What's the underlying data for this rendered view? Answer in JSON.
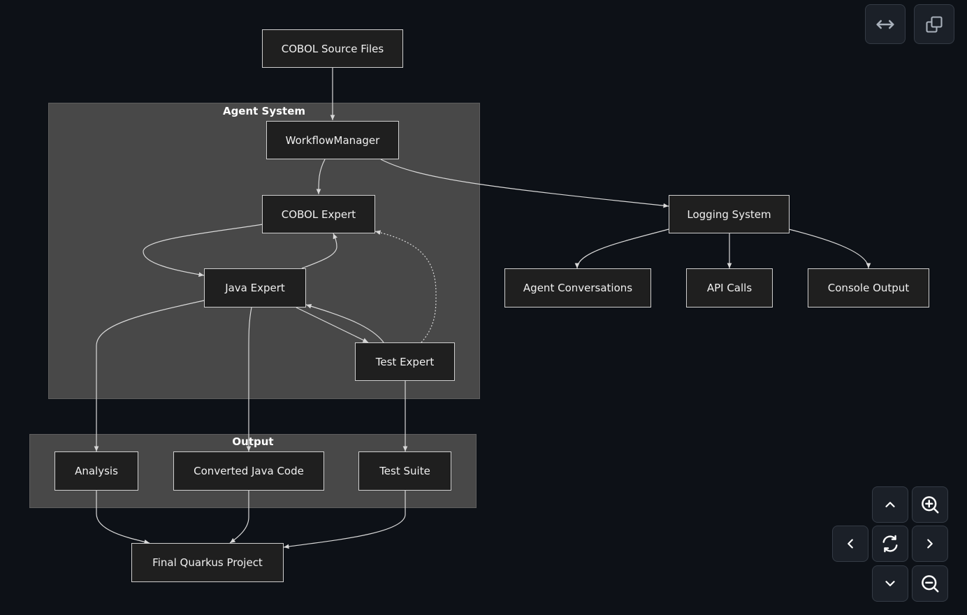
{
  "diagram": {
    "clusters": {
      "agent_system": "Agent System",
      "output": "Output"
    },
    "nodes": {
      "cobol_source_files": "COBOL Source Files",
      "workflow_manager": "WorkflowManager",
      "cobol_expert": "COBOL Expert",
      "java_expert": "Java Expert",
      "test_expert": "Test Expert",
      "logging_system": "Logging System",
      "agent_conversations": "Agent Conversations",
      "api_calls": "API Calls",
      "console_output": "Console Output",
      "analysis": "Analysis",
      "converted_java_code": "Converted Java Code",
      "test_suite": "Test Suite",
      "final_quarkus_project": "Final Quarkus Project"
    },
    "edges": [
      {
        "from": "COBOL Source Files",
        "to": "WorkflowManager",
        "style": "solid"
      },
      {
        "from": "WorkflowManager",
        "to": "COBOL Expert",
        "style": "solid"
      },
      {
        "from": "WorkflowManager",
        "to": "Logging System",
        "style": "solid"
      },
      {
        "from": "COBOL Expert",
        "to": "Java Expert",
        "style": "solid"
      },
      {
        "from": "Java Expert",
        "to": "COBOL Expert",
        "style": "solid"
      },
      {
        "from": "Java Expert",
        "to": "Test Expert",
        "style": "solid"
      },
      {
        "from": "Test Expert",
        "to": "Java Expert",
        "style": "solid"
      },
      {
        "from": "Test Expert",
        "to": "COBOL Expert",
        "style": "dotted"
      },
      {
        "from": "Java Expert",
        "to": "Analysis",
        "style": "solid"
      },
      {
        "from": "Java Expert",
        "to": "Converted Java Code",
        "style": "solid"
      },
      {
        "from": "Test Expert",
        "to": "Test Suite",
        "style": "solid"
      },
      {
        "from": "Logging System",
        "to": "Agent Conversations",
        "style": "solid"
      },
      {
        "from": "Logging System",
        "to": "API Calls",
        "style": "solid"
      },
      {
        "from": "Logging System",
        "to": "Console Output",
        "style": "solid"
      },
      {
        "from": "Analysis",
        "to": "Final Quarkus Project",
        "style": "solid"
      },
      {
        "from": "Converted Java Code",
        "to": "Final Quarkus Project",
        "style": "solid"
      },
      {
        "from": "Test Suite",
        "to": "Final Quarkus Project",
        "style": "solid"
      }
    ]
  },
  "controls": {
    "top": [
      "expand-horizontal-icon",
      "copy-icon"
    ],
    "nav": [
      "chevron-up-icon",
      "zoom-in-icon",
      "chevron-left-icon",
      "reset-icon",
      "chevron-right-icon",
      "chevron-down-icon",
      "zoom-out-icon"
    ]
  },
  "colors": {
    "background": "#0d1117",
    "cluster_fill": "#484848",
    "node_fill": "#1f1f1f",
    "node_border": "#cfcfcf",
    "edge": "#d9d9d9",
    "control_fill": "#1b2028"
  }
}
